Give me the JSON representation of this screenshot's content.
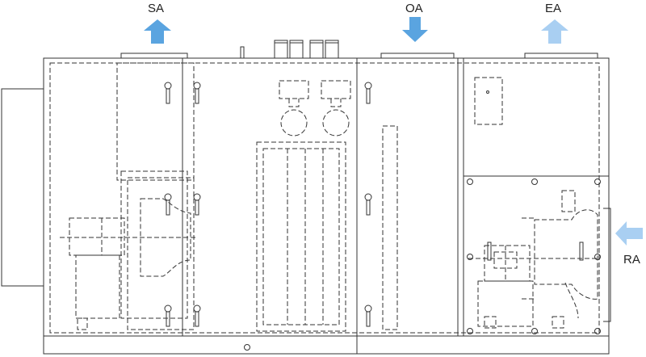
{
  "labels": {
    "supply_air": "SA",
    "outdoor_air": "OA",
    "exhaust_air": "EA",
    "return_air": "RA"
  },
  "colors": {
    "arrow_dark": "#5aa4e0",
    "arrow_light": "#a9cff2",
    "line": "#333333"
  },
  "icons": {
    "supply": "arrow-up-icon",
    "outdoor": "arrow-down-icon",
    "exhaust": "arrow-up-icon",
    "return": "arrow-left-icon"
  }
}
